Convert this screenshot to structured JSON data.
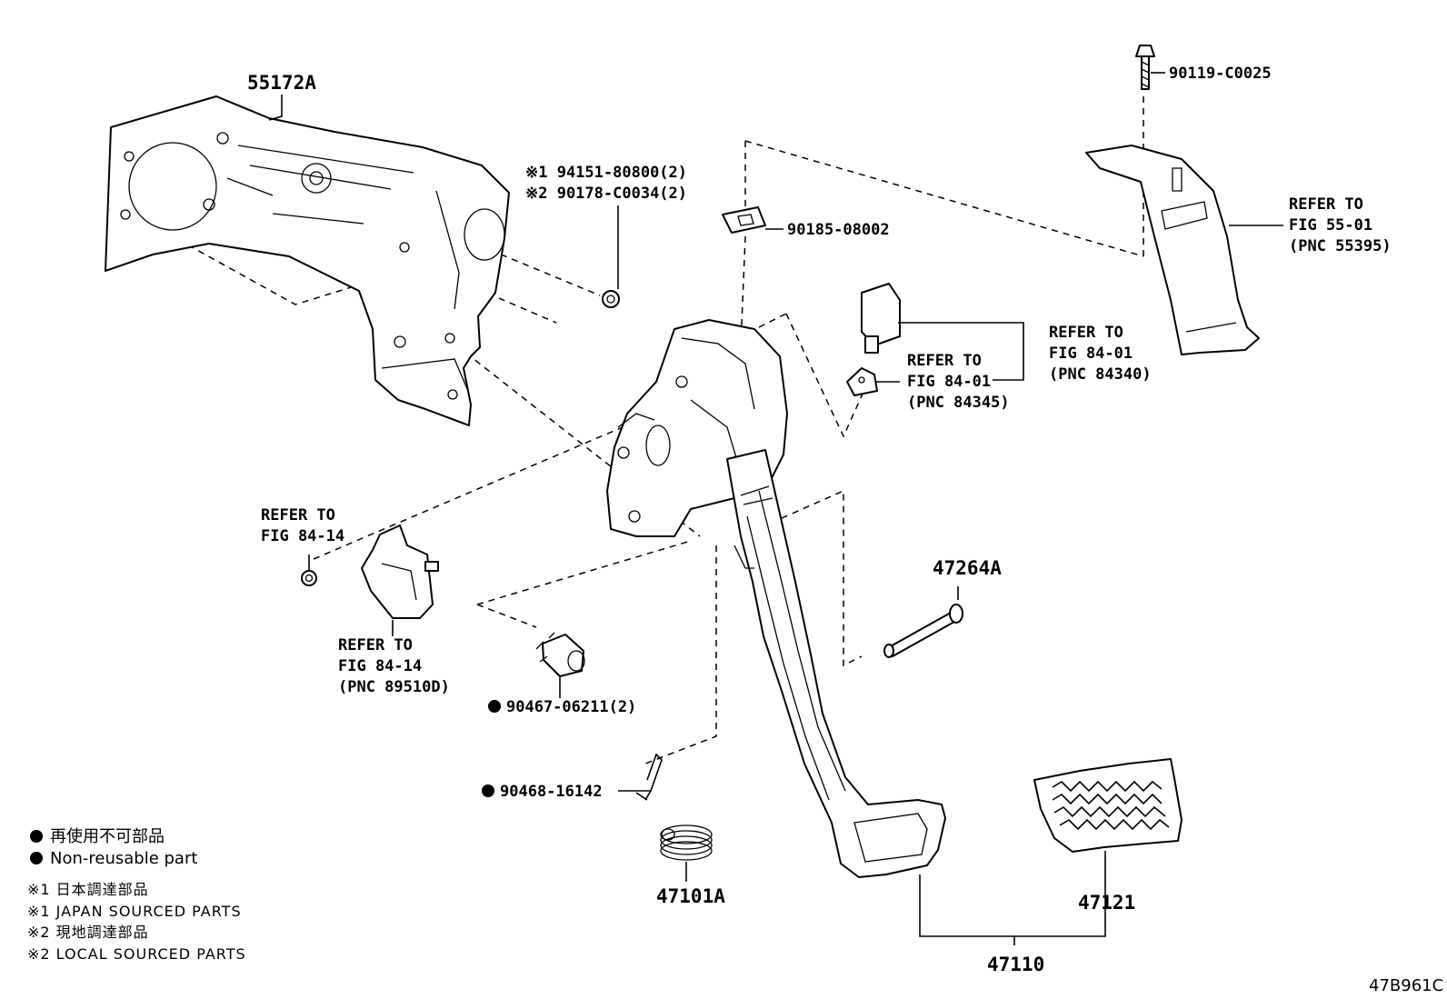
{
  "labels": {
    "p55172A": "55172A",
    "p94151": "※1 94151-80800(2)",
    "p90178": "※2 90178-C0034(2)",
    "p90185": "90185-08002",
    "p90119": "90119-C0025",
    "refer_5501": [
      "REFER TO",
      "FIG 55-01",
      "(PNC 55395)"
    ],
    "refer_8401a": [
      "REFER TO",
      "FIG 84-01",
      "(PNC 84340)"
    ],
    "refer_8401b": [
      "REFER TO",
      "FIG 84-01",
      "(PNC 84345)"
    ],
    "refer_8414a": [
      "REFER TO",
      "FIG 84-14"
    ],
    "refer_8414b": [
      "REFER TO",
      "FIG 84-14",
      "(PNC 89510D)"
    ],
    "p47264A": "47264A",
    "p90467": "90467-06211(2)",
    "p90468": "90468-16142",
    "p47101A": "47101A",
    "p47121": "47121",
    "p47110": "47110",
    "diagram_code": "47B961C"
  },
  "legend": {
    "jp_nonreusable": "再使用不可部品",
    "en_nonreusable": "Non-reusable part",
    "jp_japan": "※1 日本調達部品",
    "en_japan": "※1 JAPAN SOURCED PARTS",
    "jp_local": "※2 現地調達部品",
    "en_local": "※2 LOCAL SOURCED PARTS"
  }
}
